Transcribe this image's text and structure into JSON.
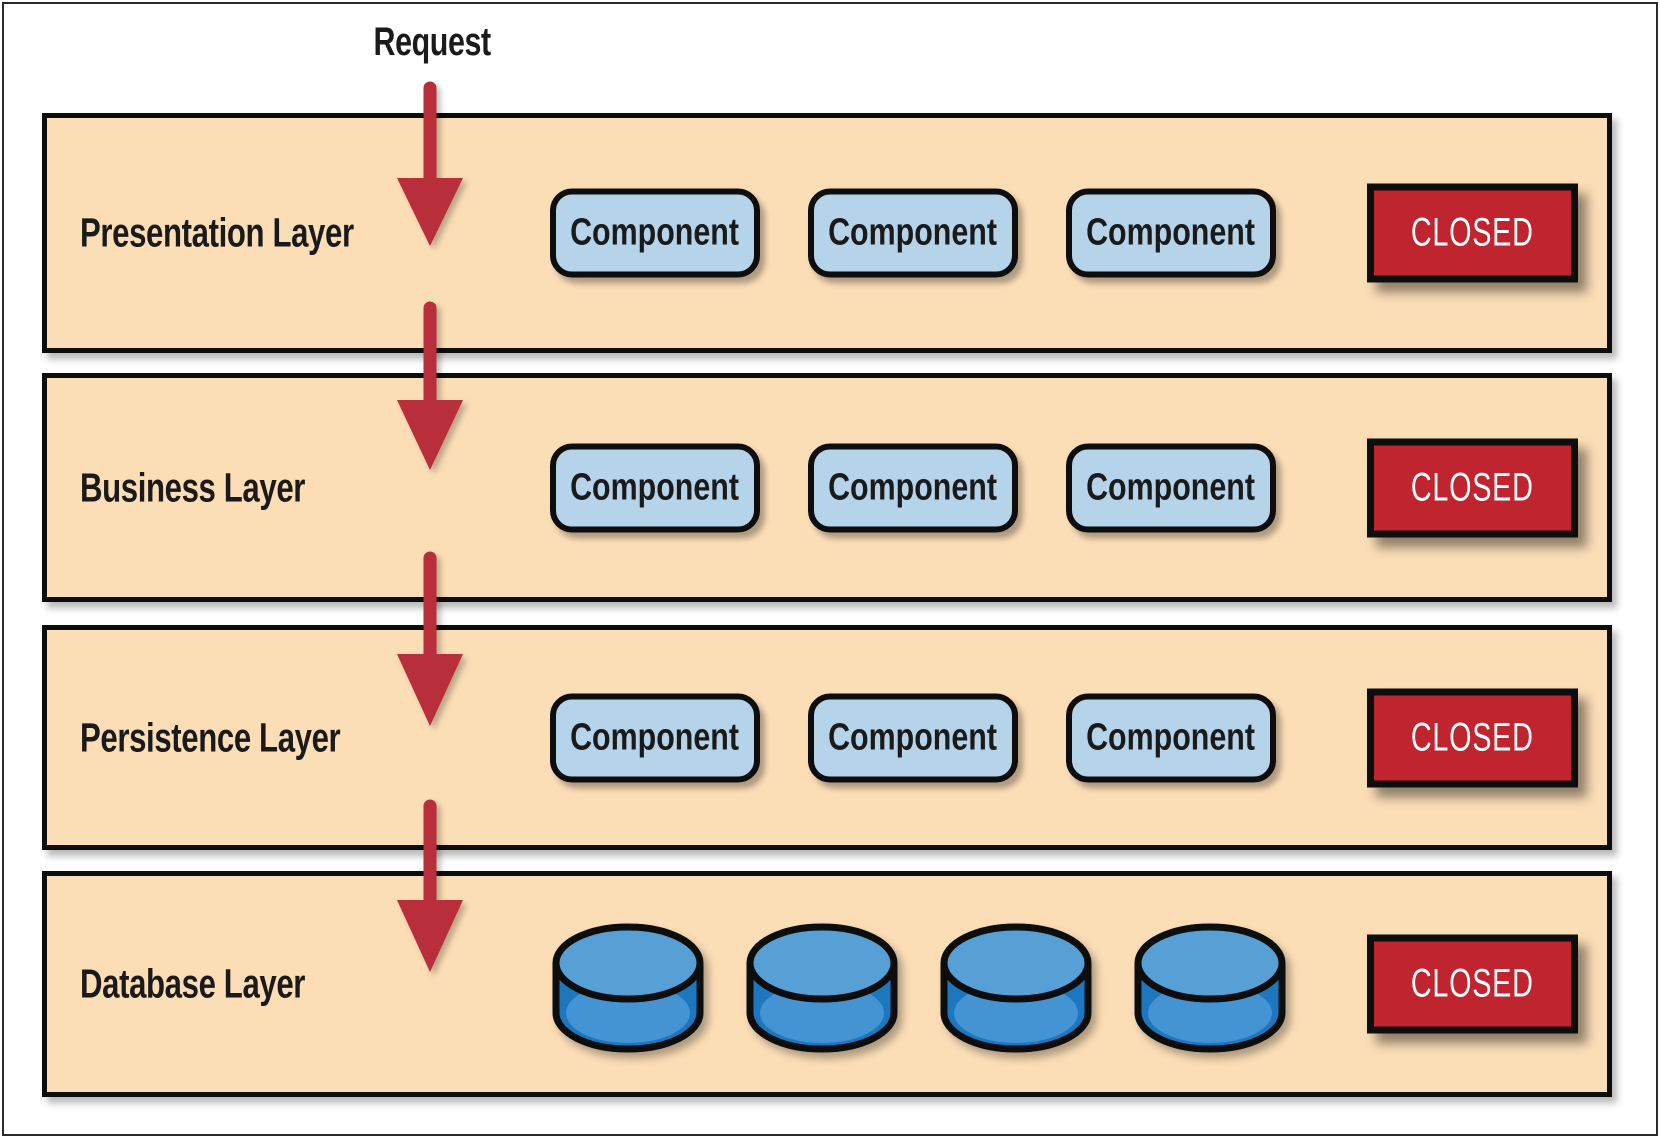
{
  "diagram": {
    "request_label": "Request",
    "layers": [
      {
        "label": "Presentation Layer",
        "components": [
          "Component",
          "Component",
          "Component"
        ],
        "closed_label": "CLOSED"
      },
      {
        "label": "Business Layer",
        "components": [
          "Component",
          "Component",
          "Component"
        ],
        "closed_label": "CLOSED"
      },
      {
        "label": "Persistence Layer",
        "components": [
          "Component",
          "Component",
          "Component"
        ],
        "closed_label": "CLOSED"
      },
      {
        "label": "Database Layer",
        "database_count": 4,
        "closed_label": "CLOSED"
      }
    ],
    "icons": {
      "flow_arrow": "down-arrow-icon",
      "database": "database-cylinder-icon"
    },
    "colors": {
      "layer_background": "#FBDDB6",
      "layer_border": "#0D0D0D",
      "component_background": "#B5D4EA",
      "closed_background": "#C0242F",
      "closed_text": "#FFFFFF",
      "arrow_red": "#B82E3A",
      "database_top": "#57A0D5",
      "database_body": "#1D77BE",
      "database_highlight": "#4493D3",
      "text": "#1A1A1A",
      "page_background": "#FFFFFF"
    }
  }
}
